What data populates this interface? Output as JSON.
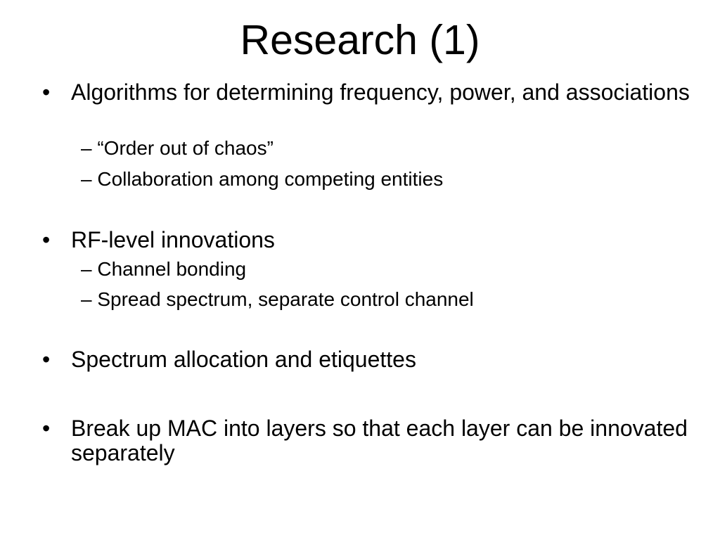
{
  "title": "Research (1)",
  "bullets": [
    {
      "text": "Algorithms for determining frequency, power, and associations",
      "subs": [
        "“Order out of chaos”",
        "Collaboration among competing entities"
      ]
    },
    {
      "text": "RF-level innovations",
      "subs": [
        "Channel bonding",
        "Spread spectrum, separate control channel"
      ]
    },
    {
      "text": "Spectrum allocation and etiquettes"
    },
    {
      "text": "Break up MAC into layers so that each layer can be innovated separately"
    }
  ],
  "bullet_char": "•",
  "sub_char": "–"
}
